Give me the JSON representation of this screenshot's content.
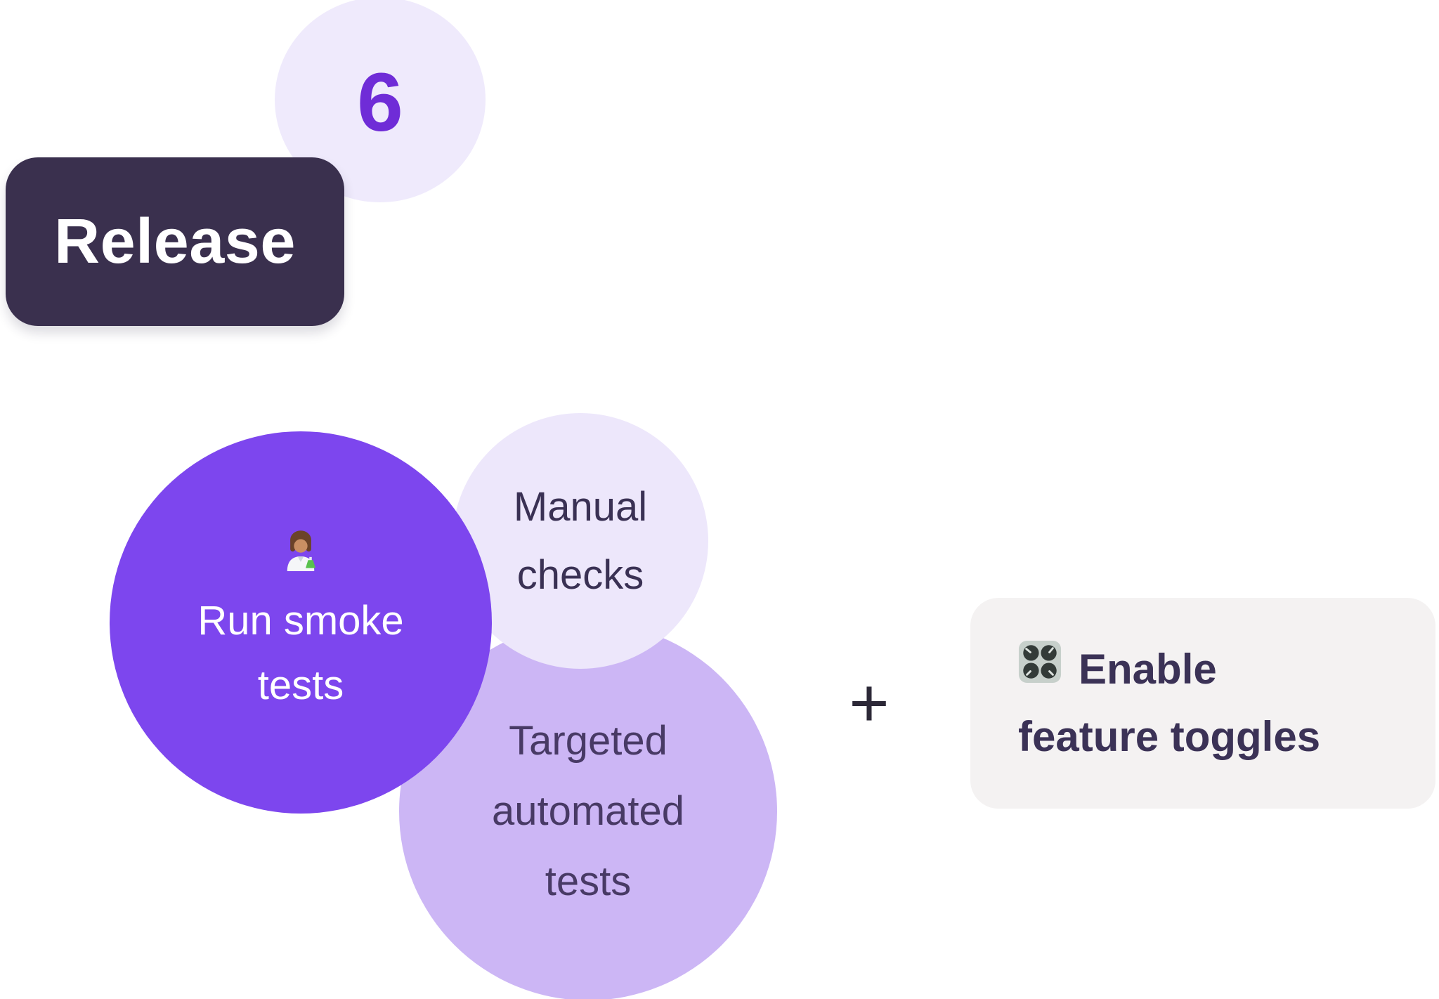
{
  "diagram": {
    "step_number": "6",
    "step_label": "Release",
    "bubbles": [
      {
        "id": "run-smoke-tests",
        "icon": "woman-scientist-emoji",
        "lines": [
          "Run smoke",
          "tests"
        ]
      },
      {
        "id": "manual-checks",
        "lines": [
          "Manual",
          "checks"
        ]
      },
      {
        "id": "targeted-automated-tests",
        "lines": [
          "Targeted",
          "automated",
          "tests"
        ]
      }
    ],
    "plus": "+",
    "action": {
      "icon": "control-knobs-emoji",
      "lines": [
        "Enable",
        "feature toggles"
      ]
    }
  },
  "colors": {
    "accent_purple": "#7D46EE",
    "lavender_light": "#EDE7FB",
    "lavender_extra_light": "#EFEAFC",
    "lavender_mid": "#CCB6F5",
    "badge_bg": "#3A304E",
    "digit_purple": "#6F2CD7",
    "text_on_light": "#3A3154",
    "text_on_mid": "#483A65",
    "card_bg": "#F4F2F2",
    "card_text": "#3B3256",
    "plus_color": "#2C2837"
  }
}
